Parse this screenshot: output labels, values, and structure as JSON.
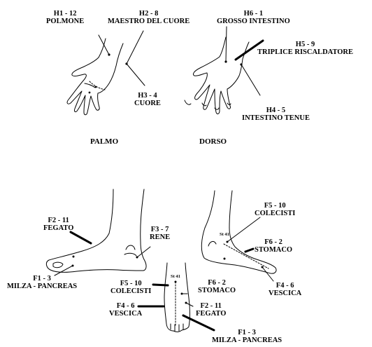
{
  "hands": {
    "palm_caption": "PALMO",
    "back_caption": "DORSO",
    "palm_points": [
      {
        "code": "H1 - 12",
        "name": "POLMONE"
      },
      {
        "code": "H2 - 8",
        "name": "MAESTRO DEL CUORE"
      },
      {
        "code": "H3 - 4",
        "name": "CUORE"
      }
    ],
    "back_points": [
      {
        "code": "H6 - 1",
        "name": "GROSSO INTESTINO"
      },
      {
        "code": "H5 - 9",
        "name": "TRIPLICE RISCALDATORE"
      },
      {
        "code": "H4 - 5",
        "name": "INTESTINO TENUE"
      }
    ]
  },
  "feet": {
    "inner_points": [
      {
        "code": "F2 - 11",
        "name": "FEGATO"
      },
      {
        "code": "F3 - 7",
        "name": "RENE"
      },
      {
        "code": "F1 - 3",
        "name": "MILZA - PANCREAS"
      }
    ],
    "top_points": [
      {
        "code": "F5 - 10",
        "name": "COLECISTI"
      },
      {
        "code": "F4 - 6",
        "name": "VESCICA"
      },
      {
        "code": "F6 - 2",
        "name": "STOMACO"
      },
      {
        "code": "F2 - 11",
        "name": "FEGATO"
      },
      {
        "code": "F1 - 3",
        "name": "MILZA - PANCREAS"
      }
    ],
    "outer_points": [
      {
        "code": "F5 - 10",
        "name": "COLECISTI"
      },
      {
        "code": "F6 - 2",
        "name": "STOMACO"
      },
      {
        "code": "F4 - 6",
        "name": "VESCICA"
      }
    ],
    "st41_label": "St 41"
  }
}
